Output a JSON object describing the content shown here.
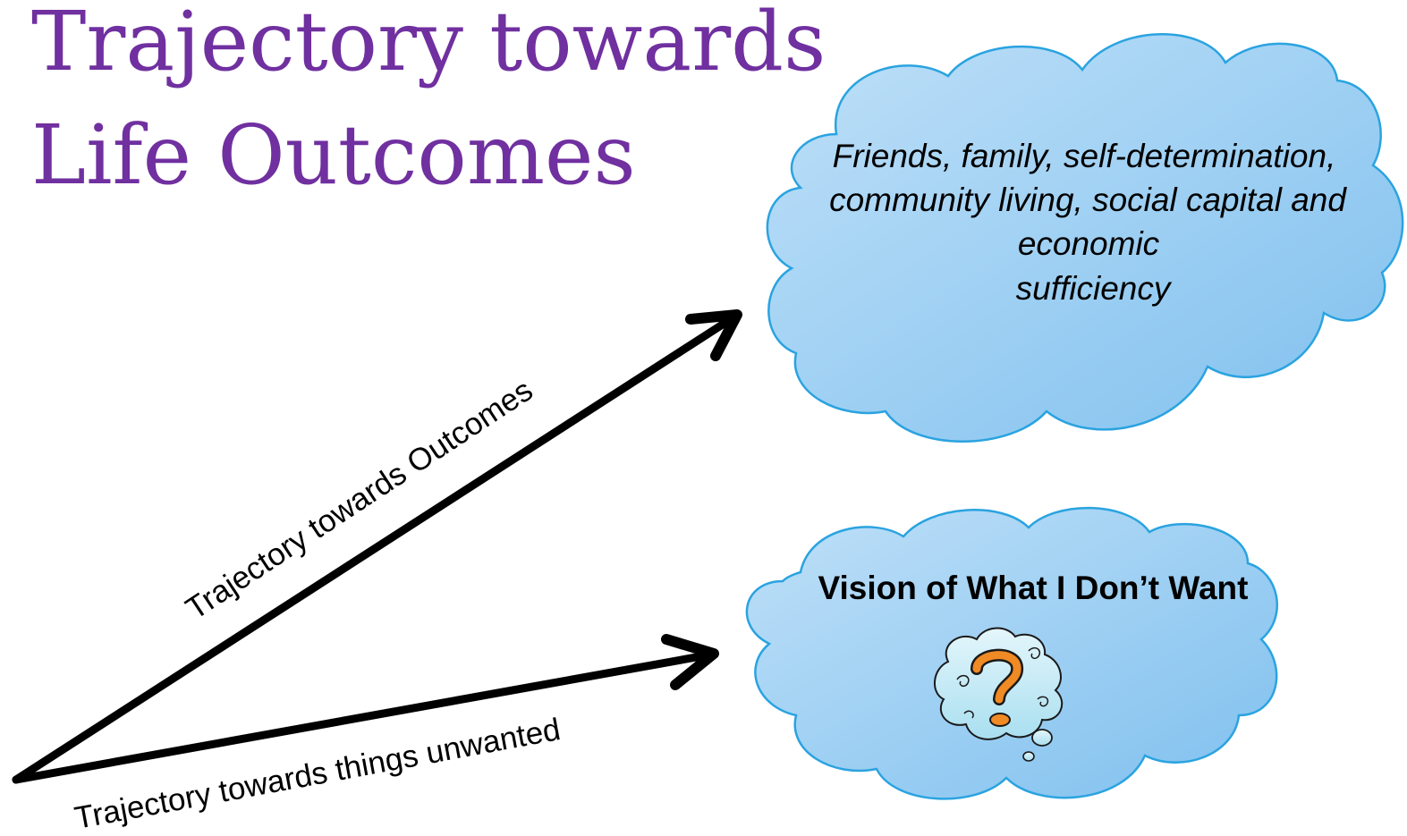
{
  "title": {
    "line1": "Trajectory towards",
    "line2": "Life Outcomes"
  },
  "arrows": {
    "outcomes_label": "Trajectory towards Outcomes",
    "unwanted_label": "Trajectory towards things unwanted"
  },
  "outcome_cloud": {
    "lines": [
      "Friends, family, self-determination,",
      "community living, social capital and",
      "economic",
      "sufficiency"
    ]
  },
  "unwanted_cloud": {
    "heading": "Vision of What I Don’t Want",
    "icon": "question-mark-swirl-icon"
  },
  "colors": {
    "title": "#7030a0",
    "cloud_fill_light": "#bfe0f8",
    "cloud_fill_dark": "#7fc0ee",
    "cloud_stroke": "#2aa3e0",
    "arrow": "#000000",
    "question_mark": "#f08a24"
  }
}
